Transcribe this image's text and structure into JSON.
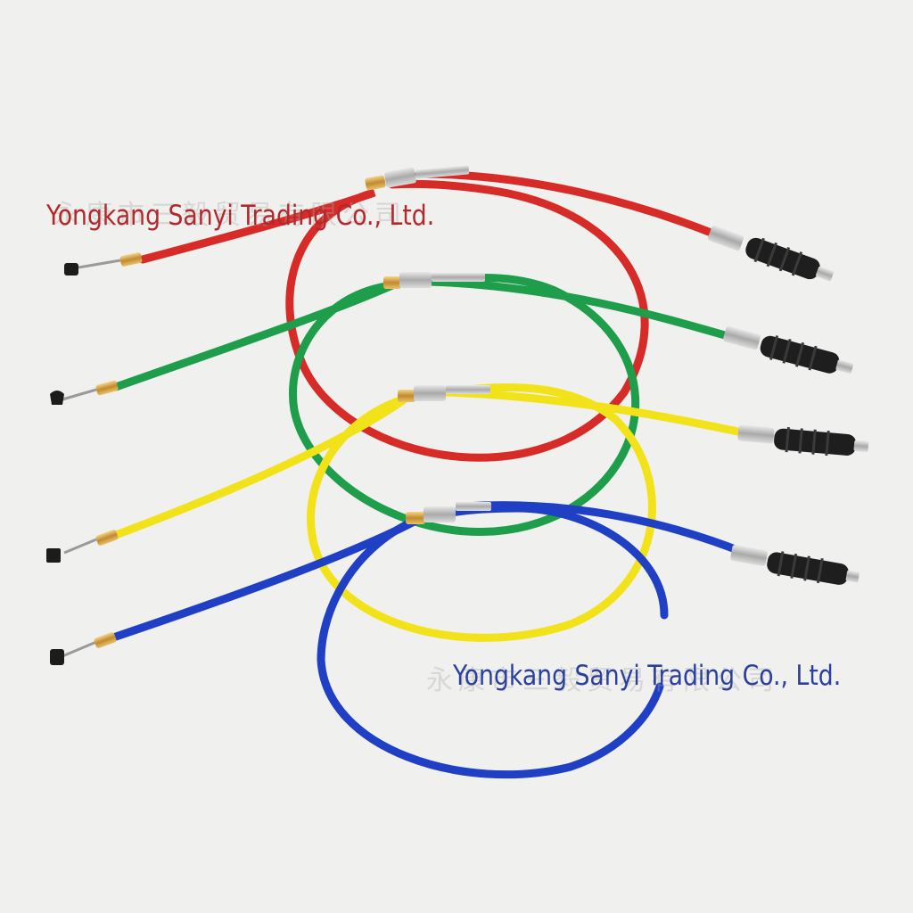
{
  "watermark_top": {
    "text_en": "Yongkang Sanyi Trading Co., Ltd.",
    "text_cn": "永康市三毅贸易有限公司",
    "color": "#b3282d"
  },
  "watermark_bottom": {
    "text_en": "Yongkang Sanyi Trading Co., Ltd.",
    "text_cn": "永康市三毅贸易有限公司",
    "color": "#2b3f9e"
  },
  "cables": [
    {
      "name": "red-clutch-cable",
      "color": "#d62b27"
    },
    {
      "name": "green-clutch-cable",
      "color": "#1e9e4a"
    },
    {
      "name": "yellow-clutch-cable",
      "color": "#f2e21a"
    },
    {
      "name": "blue-clutch-cable",
      "color": "#1f3fc4"
    }
  ]
}
